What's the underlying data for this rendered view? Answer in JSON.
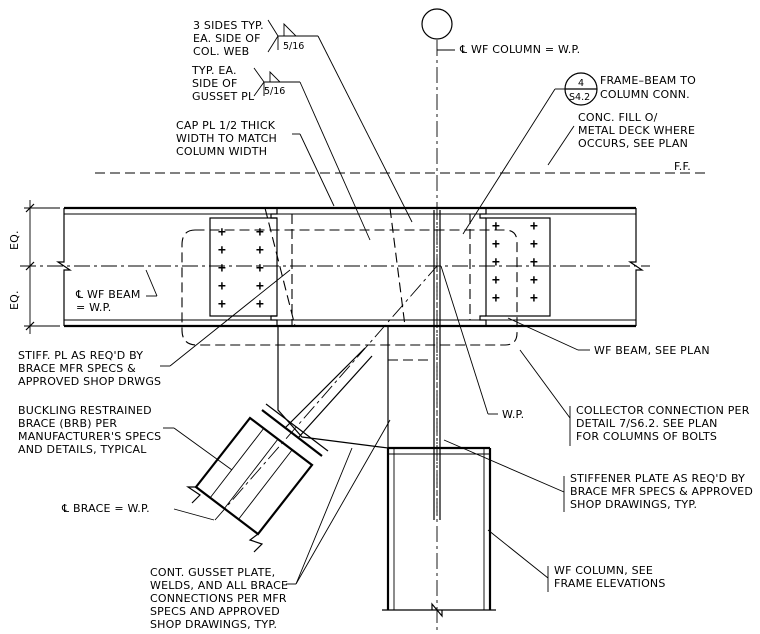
{
  "notes": {
    "weld_column": {
      "l1": "3 SIDES TYP.",
      "l2": "EA. SIDE OF",
      "l3": "COL. WEB",
      "size": "5/16"
    },
    "weld_gusset": {
      "l1": "TYP. EA.",
      "l2": "SIDE OF",
      "l3": "GUSSET PL",
      "size": "5/16"
    },
    "wf_column_cl": "℄ WF COLUMN = W.P.",
    "detail_ref": {
      "number": "4",
      "sheet": "S4.2",
      "l1": "FRAME–BEAM TO",
      "l2": "COLUMN CONN."
    },
    "cap_plate": {
      "l1": "CAP PL 1/2 THICK",
      "l2": "WIDTH TO MATCH",
      "l3": "COLUMN WIDTH"
    },
    "conc_fill": {
      "l1": "CONC. FILL O/",
      "l2": "METAL DECK WHERE",
      "l3": "OCCURS, SEE PLAN"
    },
    "ff": "F.F.",
    "eq_top": "EQ.",
    "eq_bottom": "EQ.",
    "wf_beam_cl": {
      "l1": "℄ WF BEAM",
      "l2": "= W.P."
    },
    "wf_beam": "WF BEAM, SEE PLAN",
    "stiff_pl": {
      "l1": "STIFF. PL AS REQ'D BY",
      "l2": "BRACE MFR SPECS &",
      "l3": "APPROVED SHOP DRWGS"
    },
    "brb": {
      "l1": "BUCKLING RESTRAINED",
      "l2": "BRACE (BRB) PER",
      "l3": "MANUFACTURER'S SPECS",
      "l4": "AND DETAILS, TYPICAL"
    },
    "wp": "W.P.",
    "collector": {
      "l1": "COLLECTOR CONNECTION PER",
      "l2": "DETAIL 7/S6.2. SEE PLAN",
      "l3": "FOR COLUMNS OF BOLTS"
    },
    "stiffener": {
      "l1": "STIFFENER PLATE AS REQ'D BY",
      "l2": "BRACE MFR SPECS & APPROVED",
      "l3": "SHOP DRAWINGS, TYP."
    },
    "brace_cl": "℄ BRACE = W.P.",
    "wf_column": {
      "l1": "WF COLUMN, SEE",
      "l2": "FRAME ELEVATIONS"
    },
    "gusset": {
      "l1": "CONT. GUSSET PLATE,",
      "l2": "WELDS, AND ALL BRACE",
      "l3": "CONNECTIONS PER MFR",
      "l4": "SPECS AND APPROVED",
      "l5": "SHOP DRAWINGS, TYP."
    },
    "bolt_symbol": "+"
  }
}
